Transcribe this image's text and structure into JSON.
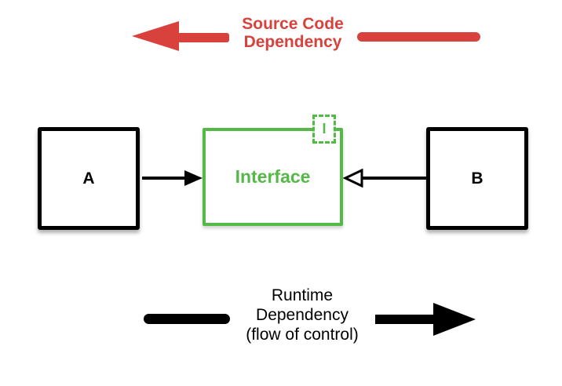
{
  "colors": {
    "source_dependency_arrow": "#d9413d",
    "interface_accent": "#55b948",
    "runtime_dependency_arrow": "#000000"
  },
  "top_arrow": {
    "direction": "left",
    "label_line1": "Source Code",
    "label_line2": "Dependency"
  },
  "boxes": {
    "a": {
      "label": "A"
    },
    "interface": {
      "label": "Interface",
      "badge": "I"
    },
    "b": {
      "label": "B"
    }
  },
  "relations": {
    "a_to_interface": "filled-arrowhead",
    "b_to_interface": "open-arrowhead"
  },
  "bottom_arrow": {
    "direction": "right",
    "label_line1": "Runtime",
    "label_line2": "Dependency",
    "label_line3": "(flow of control)"
  }
}
